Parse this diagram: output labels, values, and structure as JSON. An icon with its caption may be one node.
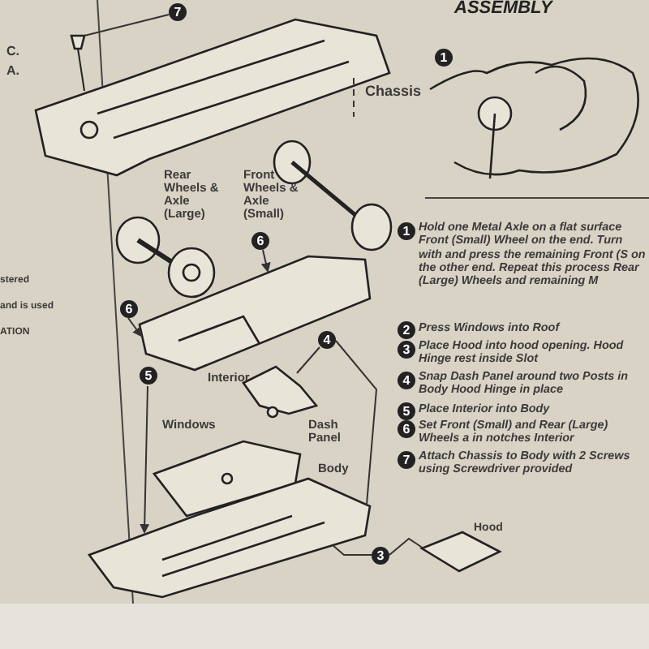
{
  "diagram": {
    "title": "ASSEMBLY",
    "nodes": [
      {
        "text": [
          "7"
        ]
      },
      {
        "text": [],
        "shape": "picture"
      },
      {
        "text": [],
        "shape": "picture",
        "beside": [
          "Chassis"
        ]
      },
      {
        "text": [
          "1"
        ]
      },
      {
        "text": [],
        "shape": "picture"
      },
      {
        "text": [],
        "shape": "picture",
        "beside": [
          "Rear Wheels & Axle (Large)"
        ]
      },
      {
        "text": [],
        "shape": "picture",
        "beside": [
          "Front Wheels & Axle (Small)"
        ]
      },
      {
        "text": [
          "6"
        ]
      },
      {
        "text": [
          "1"
        ],
        "beside": [
          "Hold one Metal Axle on a flat surface Front (Small) Wheel on the end. Turn with and press the remaining Front (S on the other end. Repeat this process Rear (Large) Wheels and remaining M"
        ]
      },
      {
        "text": [
          "6"
        ]
      },
      {
        "text": [],
        "shape": "picture",
        "beside": [
          "Interior"
        ]
      },
      {
        "text": [
          "2"
        ],
        "beside": [
          "Press Windows into Roof"
        ]
      },
      {
        "text": [
          "3"
        ],
        "beside": [
          "Place Hood into hood opening. Hood Hinge rest inside Slot"
        ]
      },
      {
        "text": [
          "4"
        ]
      },
      {
        "text": [
          "4"
        ],
        "beside": [
          "Snap Dash Panel around two Posts in Body Hood Hinge in place"
        ]
      },
      {
        "text": [
          "5"
        ]
      },
      {
        "text": [
          "5"
        ],
        "beside": [
          "Place Interior into Body"
        ]
      },
      {
        "text": [],
        "shape": "picture",
        "beside": [
          "Dash Panel"
        ]
      },
      {
        "text": [
          "6"
        ],
        "beside": [
          "Set Front (Small) and Rear (Large) Wheels a in notches Interior"
        ]
      },
      {
        "text": [
          "7"
        ],
        "beside": [
          "Attach Chassis to Body with 2 Screws using Screwdriver provided"
        ]
      },
      {
        "text": [],
        "shape": "picture",
        "beside": [
          "Windows"
        ]
      },
      {
        "text": [],
        "shape": "picture",
        "beside": [
          "Body"
        ]
      },
      {
        "text": [
          "3"
        ]
      },
      {
        "text": [],
        "shape": "picture",
        "beside": [
          "Hood"
        ]
      }
    ],
    "edges": [
      {
        "from": 0,
        "to": 1,
        "arrow": "none"
      },
      {
        "from": 7,
        "to": 10,
        "arrow": "to"
      },
      {
        "from": 9,
        "to": 10,
        "arrow": "to"
      },
      {
        "from": 15,
        "to": 21,
        "arrow": "to"
      },
      {
        "from": 13,
        "to": 17,
        "arrow": "none"
      },
      {
        "from": 13,
        "to": 21,
        "arrow": "none"
      },
      {
        "from": 22,
        "to": 21,
        "arrow": "none"
      },
      {
        "from": 22,
        "to": 23,
        "arrow": "none"
      },
      {
        "from": 2,
        "to": null,
        "arrow": "none",
        "style": "dashed"
      }
    ],
    "labels": [
      "C.",
      "A.",
      "stered",
      "and is used",
      "ATION"
    ]
  }
}
